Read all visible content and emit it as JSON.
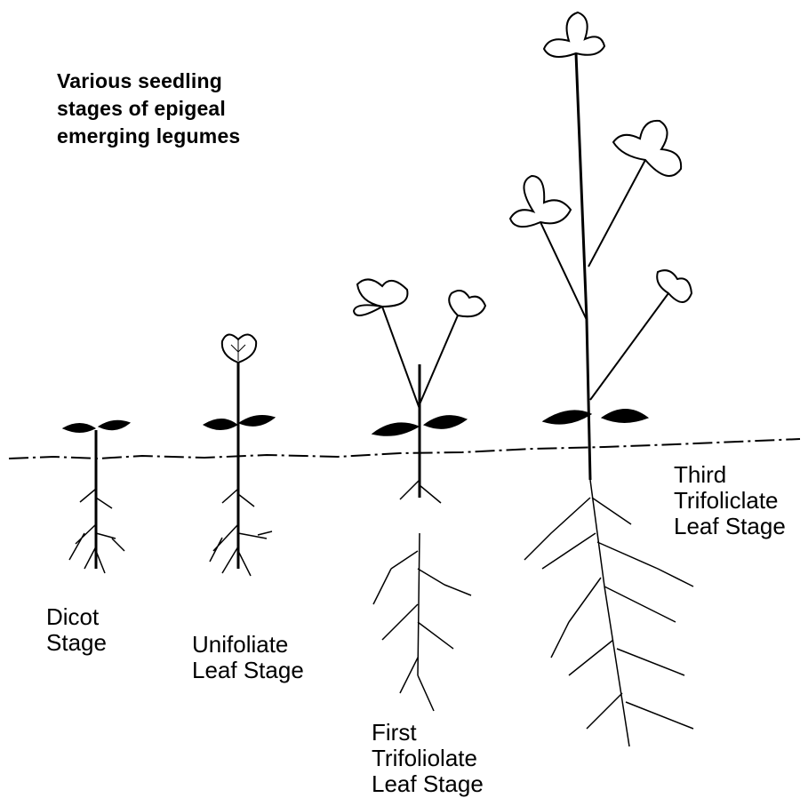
{
  "title": {
    "lines": [
      "Various seedling",
      "stages of epigeal",
      "emerging legumes"
    ]
  },
  "stages": [
    {
      "lines": [
        "Dicot",
        "Stage"
      ]
    },
    {
      "lines": [
        "Unifoliate",
        "Leaf Stage"
      ]
    },
    {
      "lines": [
        "First",
        "Trifoliolate",
        "Leaf Stage"
      ]
    },
    {
      "lines": [
        "Third",
        "Trifoliclate",
        "Leaf Stage"
      ]
    }
  ]
}
